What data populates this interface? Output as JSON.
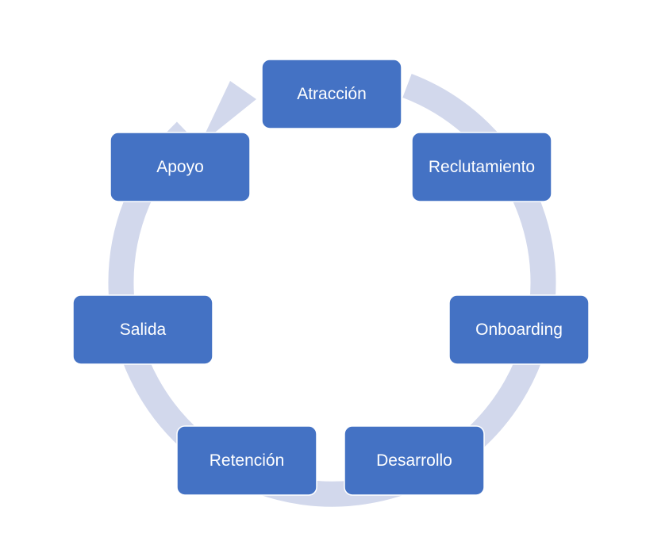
{
  "diagram": {
    "type": "cycle",
    "ring_color": "#d2d8ec",
    "node_color": "#4472c4",
    "node_border": "#ffffff",
    "label_color": "#ffffff",
    "nodes": [
      {
        "id": "atraccion",
        "label": "Atracción"
      },
      {
        "id": "reclutamiento",
        "label": "Reclutamiento"
      },
      {
        "id": "onboarding",
        "label": "Onboarding"
      },
      {
        "id": "desarrollo",
        "label": "Desarrollo"
      },
      {
        "id": "retencion",
        "label": "Retención"
      },
      {
        "id": "salida",
        "label": "Salida"
      },
      {
        "id": "apoyo",
        "label": "Apoyo"
      }
    ],
    "flow": "clockwise"
  }
}
